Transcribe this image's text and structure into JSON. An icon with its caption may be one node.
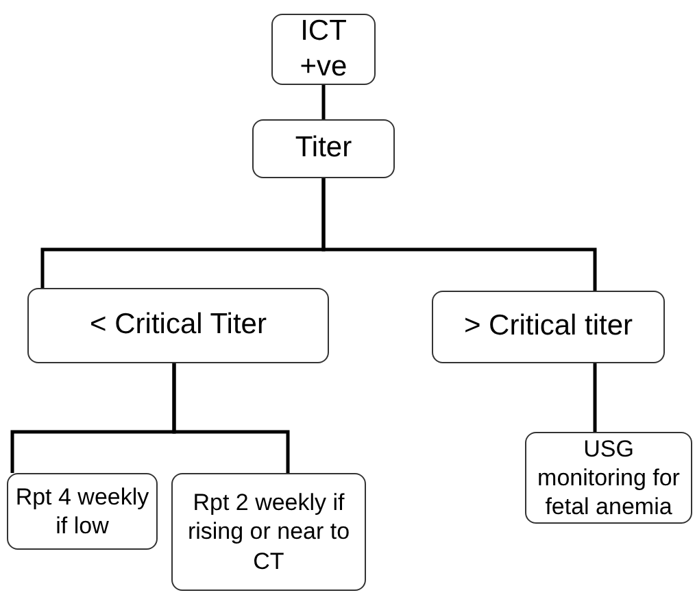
{
  "diagram": {
    "nodes": [
      {
        "text": [
          "ICT +ve"
        ]
      },
      {
        "text": [
          "Titer"
        ]
      },
      {
        "text": [
          "< Critical Titer"
        ]
      },
      {
        "text": [
          "> Critical titer"
        ]
      },
      {
        "text": [
          "Rpt 4 weekly if low"
        ]
      },
      {
        "text": [
          "Rpt 2 weekly if rising or near to CT"
        ]
      },
      {
        "text": [
          "USG monitoring for fetal anemia"
        ]
      }
    ],
    "edges": [
      {
        "from": 0,
        "to": 1,
        "arrow": "none"
      },
      {
        "from": 1,
        "to": 2,
        "arrow": "none"
      },
      {
        "from": 1,
        "to": 3,
        "arrow": "none"
      },
      {
        "from": 2,
        "to": 4,
        "arrow": "none"
      },
      {
        "from": 2,
        "to": 5,
        "arrow": "none"
      },
      {
        "from": 3,
        "to": 6,
        "arrow": "none"
      }
    ]
  }
}
